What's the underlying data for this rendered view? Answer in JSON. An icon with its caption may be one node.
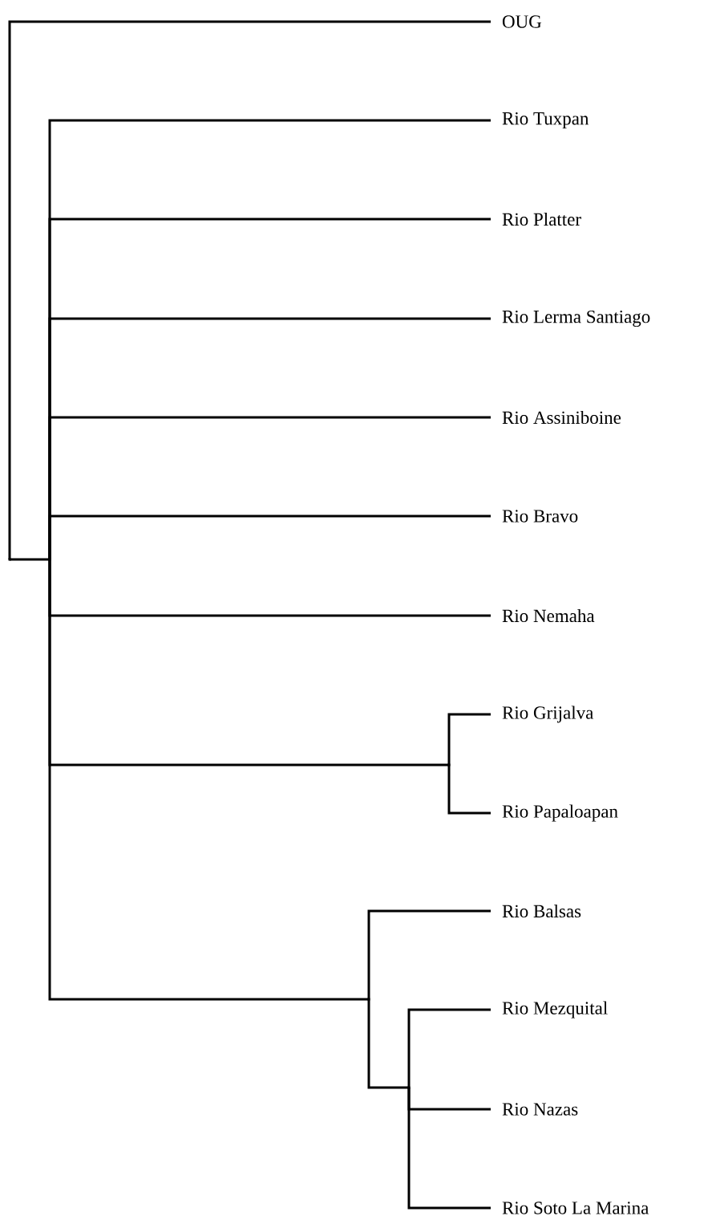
{
  "diagram": {
    "nodes": [
      {
        "text": [
          "OUG"
        ]
      },
      {
        "text": [
          "Rio Tuxpan"
        ]
      },
      {
        "text": [
          "Rio Platter"
        ]
      },
      {
        "text": [
          "Rio Lerma Santiago"
        ]
      },
      {
        "text": [
          "Rio Assiniboine"
        ]
      },
      {
        "text": [
          "Rio Bravo"
        ]
      },
      {
        "text": [
          "Rio Nemaha"
        ]
      },
      {
        "text": [
          "Rio Grijalva"
        ]
      },
      {
        "text": [
          "Rio Papaloapan"
        ]
      },
      {
        "text": [
          "Rio Balsas"
        ]
      },
      {
        "text": [
          "Rio Mezquital"
        ]
      },
      {
        "text": [
          "Rio Nazas"
        ]
      },
      {
        "text": [
          "Rio Soto La Marina"
        ]
      },
      {
        "text": [],
        "shape": "point"
      },
      {
        "text": [],
        "shape": "point"
      },
      {
        "text": [],
        "shape": "point"
      },
      {
        "text": [],
        "shape": "point"
      },
      {
        "text": [],
        "shape": "point"
      }
    ],
    "edges": [
      {
        "from": 13,
        "to": 0,
        "arrow": "none"
      },
      {
        "from": 13,
        "to": 14,
        "arrow": "none"
      },
      {
        "from": 14,
        "to": 1,
        "arrow": "none"
      },
      {
        "from": 14,
        "to": 2,
        "arrow": "none"
      },
      {
        "from": 14,
        "to": 3,
        "arrow": "none"
      },
      {
        "from": 14,
        "to": 4,
        "arrow": "none"
      },
      {
        "from": 14,
        "to": 5,
        "arrow": "none"
      },
      {
        "from": 14,
        "to": 6,
        "arrow": "none"
      },
      {
        "from": 14,
        "to": 17,
        "arrow": "none"
      },
      {
        "from": 17,
        "to": 7,
        "arrow": "none"
      },
      {
        "from": 17,
        "to": 8,
        "arrow": "none"
      },
      {
        "from": 14,
        "to": 15,
        "arrow": "none"
      },
      {
        "from": 15,
        "to": 9,
        "arrow": "none"
      },
      {
        "from": 15,
        "to": 16,
        "arrow": "none"
      },
      {
        "from": 16,
        "to": 10,
        "arrow": "none"
      },
      {
        "from": 16,
        "to": 11,
        "arrow": "none"
      },
      {
        "from": 16,
        "to": 12,
        "arrow": "none"
      }
    ]
  }
}
